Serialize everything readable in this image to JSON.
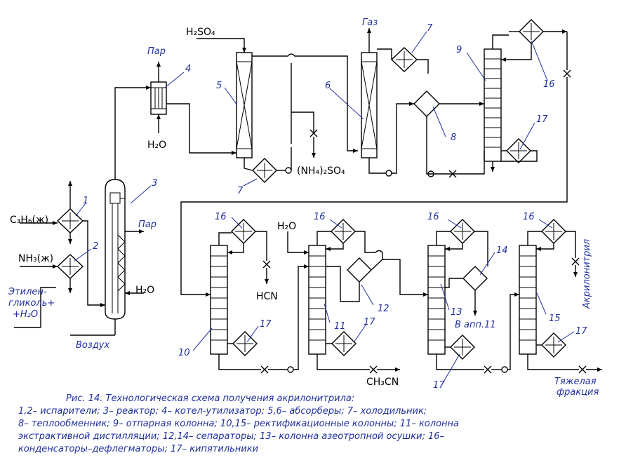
{
  "streams": {
    "h2so4_in": "H₂SO₄",
    "par_top": "Пар",
    "h2o_boiler": "H₂O",
    "gas": "Газ",
    "ammonium_sulfate": "(NH₄)₂SO₄",
    "propylene": "C₃H₆(ж)",
    "ammonia": "NH₃(ж)",
    "ethylene_glycol": "Этилен-\nгликоль+\n+H₂O",
    "par_reactor": "Пар",
    "h2o_reactor": "H₂O",
    "air": "Воздух",
    "hcn": "HCN",
    "h2o_extr": "H₂O",
    "ch3cn": "CH₃CN",
    "to_app11": "В апп.11",
    "acrylonitrile": "Акрилонитрил",
    "heavy_fraction": "Тяжелая\nфракция"
  },
  "numbers": [
    "1",
    "2",
    "3",
    "4",
    "5",
    "6",
    "7",
    "7",
    "8",
    "9",
    "16",
    "17",
    "10",
    "16",
    "17",
    "16",
    "11",
    "17",
    "12",
    "16",
    "13",
    "14",
    "17",
    "16",
    "15",
    "17"
  ],
  "caption": {
    "line1": "Рис. 14.  Технологическая схема получения акрилонитрила:",
    "line2": "1,2– испарители; 3– реактор; 4– котел-утилизатор; 5,6– абсорберы; 7– холодильник;",
    "line3": "8– теплообменник; 9– отпарная колонна; 10,15– ректификационные колонны; 11– колонна",
    "line4": "экстрактивной дистилляции; 12,14– сепараторы; 13– колонна азеотропной осушки; 16–",
    "line5": "конденсаторы–дефлегматоры; 17– кипятильники"
  }
}
